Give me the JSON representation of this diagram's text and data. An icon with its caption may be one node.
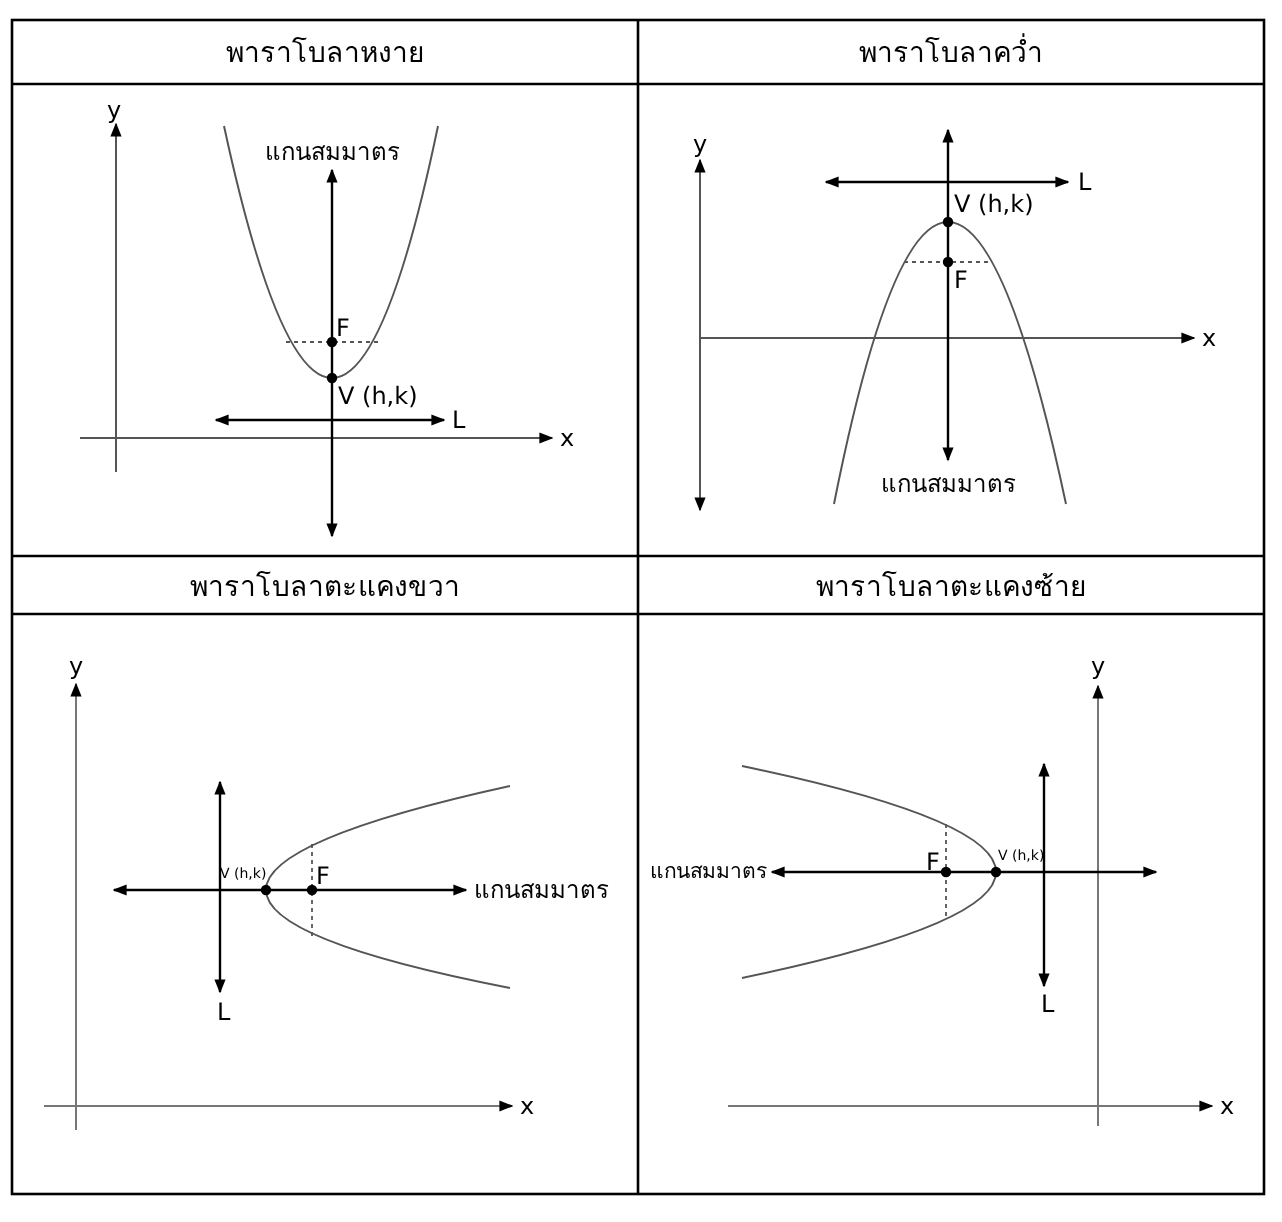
{
  "diagram": {
    "nodes": [
      {
        "text": [
          "พาราโบลาหงาย"
        ]
      },
      {
        "text": [
          "พาราโบลาคว่ำ"
        ]
      },
      {
        "text": [
          "พาราโบลาตะแคงขวา"
        ]
      },
      {
        "text": [
          "พาราโบลาตะแคงซ้าย"
        ]
      }
    ],
    "labels": [
      "y",
      "แกนสมมาตร",
      "F",
      "V (h,k)",
      "L",
      "x",
      "y",
      "L",
      "V (h,k)",
      "F",
      "x",
      "แกนสมมาตร",
      "y",
      "V (h,k)",
      "F",
      "แกนสมมาตร",
      "L",
      "x",
      "y",
      "แกนสมมาตร",
      "F",
      "V (h,k)",
      "L",
      "x"
    ]
  }
}
